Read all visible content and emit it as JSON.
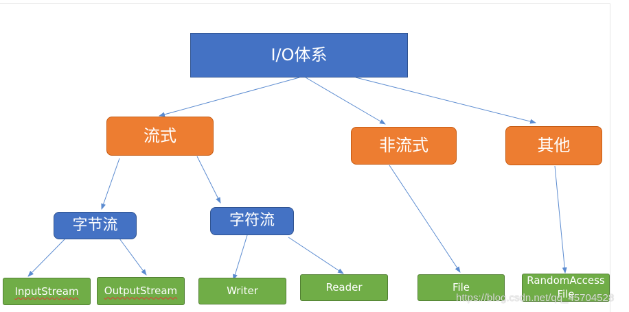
{
  "nodes": {
    "root": "I/O体系",
    "streaming": "流式",
    "non_streaming": "非流式",
    "other": "其他",
    "byte_stream": "字节流",
    "char_stream": "字符流",
    "input_stream": "InputStream",
    "output_stream": "OutputStream",
    "writer": "Writer",
    "reader": "Reader",
    "file": "File",
    "random_access_file": "RandomAccess\nFile"
  },
  "watermark": "https://blog.csdn.net/qq_45704528",
  "colors": {
    "root": "#4472c4",
    "category": "#ed7d31",
    "sub_category": "#4472c4",
    "leaf": "#70ad47",
    "edge": "#5b8bd0"
  }
}
